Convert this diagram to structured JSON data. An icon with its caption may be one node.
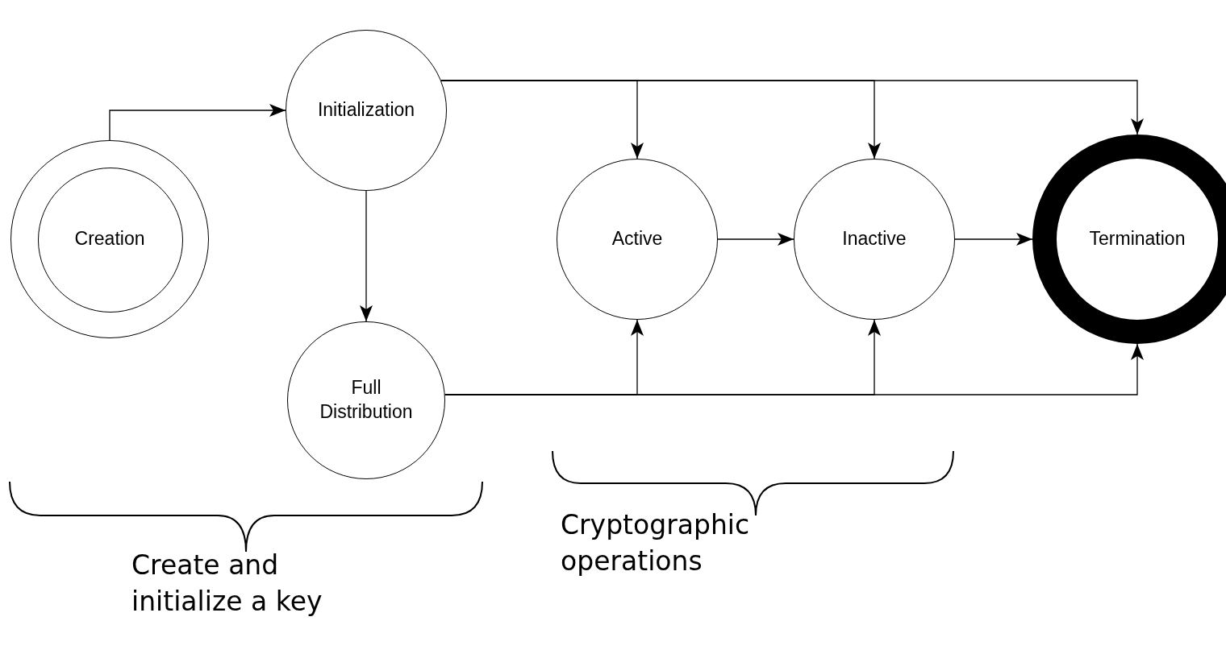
{
  "diagram": {
    "nodes": [
      {
        "text": [
          "Creation"
        ]
      },
      {
        "text": [
          "Initialization"
        ]
      },
      {
        "text": [
          "Full Distribution"
        ]
      },
      {
        "text": [
          "Active"
        ]
      },
      {
        "text": [
          "Inactive"
        ]
      },
      {
        "text": [
          "Termination"
        ]
      }
    ],
    "edges": [
      {
        "from": 0,
        "to": 1,
        "arrow": "to"
      },
      {
        "from": 1,
        "to": 2,
        "arrow": "to"
      },
      {
        "from": 1,
        "to": 3,
        "arrow": "to"
      },
      {
        "from": 1,
        "to": 4,
        "arrow": "to"
      },
      {
        "from": 1,
        "to": 5,
        "arrow": "to"
      },
      {
        "from": 3,
        "to": 4,
        "arrow": "to"
      },
      {
        "from": 4,
        "to": 5,
        "arrow": "to"
      },
      {
        "from": 2,
        "to": 3,
        "arrow": "to"
      },
      {
        "from": 2,
        "to": 4,
        "arrow": "to"
      },
      {
        "from": 2,
        "to": 5,
        "arrow": "to"
      }
    ],
    "labels": [
      "Create and initialize a key",
      "Cryptographic operations"
    ]
  }
}
